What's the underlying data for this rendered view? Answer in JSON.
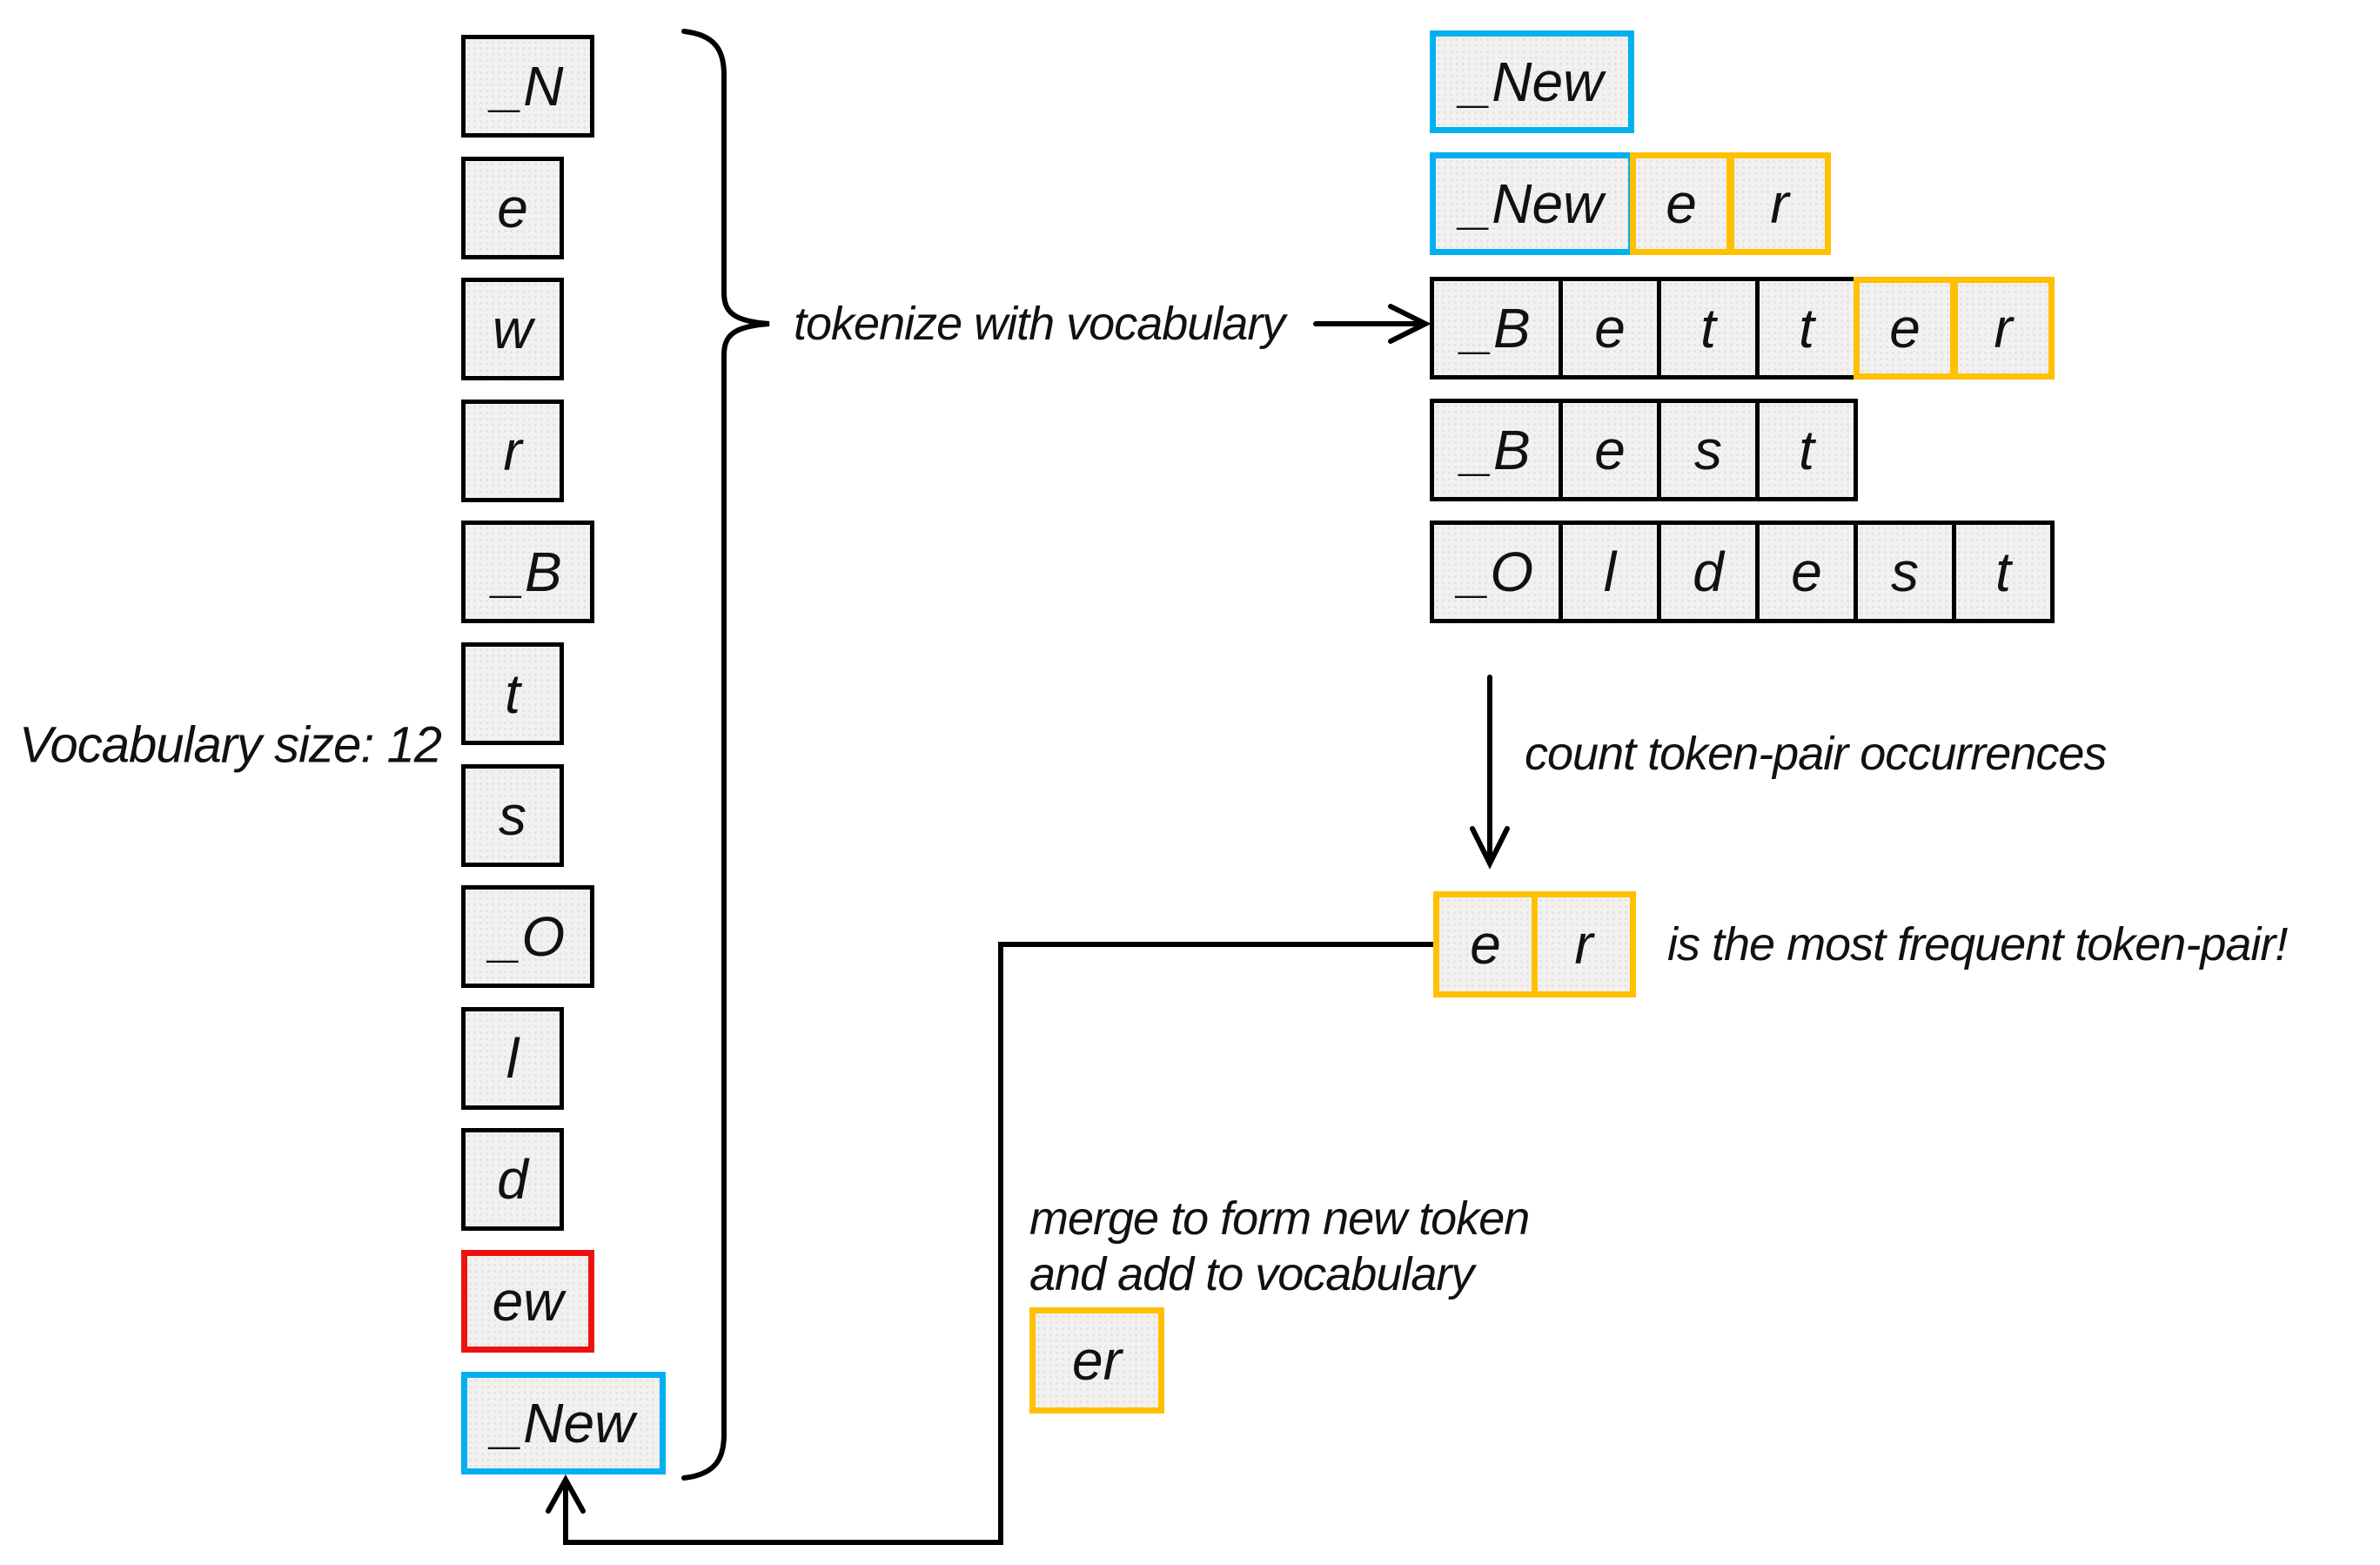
{
  "labels": {
    "vocab_size": "Vocabulary size: 12",
    "tokenize": "tokenize with vocabulary",
    "count": "count token-pair occurrences",
    "most_frequent": "is the most frequent token-pair!",
    "merge_line1": "merge to form new token",
    "merge_line2": "and add to vocabulary"
  },
  "colors": {
    "border_default": "#000000",
    "border_merged_vocab": "#ee1111",
    "border_new_token": "#00b0f0",
    "border_frequent_pair": "#ffc000",
    "box_fill": "#f2f1ef",
    "line": "#000000",
    "text": "#111111"
  },
  "vocabulary": {
    "size": 12,
    "tokens": [
      {
        "text": "_N",
        "style": "default"
      },
      {
        "text": "e",
        "style": "default"
      },
      {
        "text": "w",
        "style": "default"
      },
      {
        "text": "r",
        "style": "default"
      },
      {
        "text": "_B",
        "style": "default"
      },
      {
        "text": "t",
        "style": "default"
      },
      {
        "text": "s",
        "style": "default"
      },
      {
        "text": "_O",
        "style": "default"
      },
      {
        "text": "l",
        "style": "default"
      },
      {
        "text": "d",
        "style": "default"
      },
      {
        "text": "ew",
        "style": "red"
      },
      {
        "text": "_New",
        "style": "blue"
      }
    ]
  },
  "tokenized_words": [
    {
      "tokens": [
        {
          "text": "_New",
          "style": "blue"
        }
      ]
    },
    {
      "tokens": [
        {
          "text": "_New",
          "style": "blue"
        },
        {
          "text": "e",
          "style": "orange"
        },
        {
          "text": "r",
          "style": "orange"
        }
      ]
    },
    {
      "tokens": [
        {
          "text": "_B",
          "style": "default"
        },
        {
          "text": "e",
          "style": "default"
        },
        {
          "text": "t",
          "style": "default"
        },
        {
          "text": "t",
          "style": "default"
        },
        {
          "text": "e",
          "style": "orange"
        },
        {
          "text": "r",
          "style": "orange"
        }
      ]
    },
    {
      "tokens": [
        {
          "text": "_B",
          "style": "default"
        },
        {
          "text": "e",
          "style": "default"
        },
        {
          "text": "s",
          "style": "default"
        },
        {
          "text": "t",
          "style": "default"
        }
      ]
    },
    {
      "tokens": [
        {
          "text": "_O",
          "style": "default"
        },
        {
          "text": "l",
          "style": "default"
        },
        {
          "text": "d",
          "style": "default"
        },
        {
          "text": "e",
          "style": "default"
        },
        {
          "text": "s",
          "style": "default"
        },
        {
          "text": "t",
          "style": "default"
        }
      ]
    }
  ],
  "frequent_pair": {
    "tokens": [
      {
        "text": "e",
        "style": "orange"
      },
      {
        "text": "r",
        "style": "orange"
      }
    ]
  },
  "merge": {
    "token": {
      "text": "er",
      "style": "orange"
    }
  }
}
